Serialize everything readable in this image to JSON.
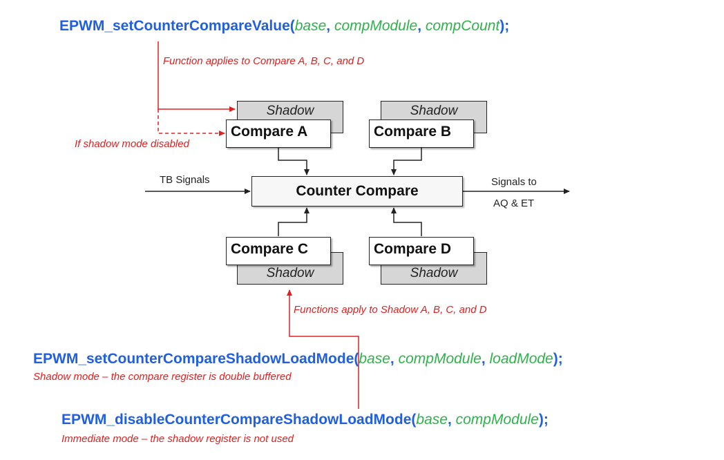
{
  "functions": {
    "set_value": {
      "name": "EPWM_setCounterCompareValue",
      "open": "(",
      "params": [
        "base",
        "compModule",
        "compCount"
      ],
      "close": ");"
    },
    "set_shadow": {
      "name": "EPWM_setCounterCompareShadowLoadMode",
      "open": "(",
      "params": [
        "base",
        "compModule",
        "loadMode"
      ],
      "close": ");"
    },
    "disable_shadow": {
      "name": "EPWM_disableCounterCompareShadowLoadMode",
      "open": "(",
      "params": [
        "base",
        "compModule"
      ],
      "close": ");"
    },
    "separator": ", "
  },
  "notes": {
    "applies_compare": "Function applies to Compare A, B, C, and D",
    "shadow_disabled": "If shadow mode disabled",
    "applies_shadow": "Functions apply to Shadow A, B, C, and D",
    "shadow_mode": "Shadow mode – the compare register is double buffered",
    "immediate_mode": "Immediate mode – the shadow register is not used"
  },
  "blocks": {
    "shadow_label": "Shadow",
    "compare_a": "Compare  A",
    "compare_b": "Compare  B",
    "compare_c": "Compare  C",
    "compare_d": "Compare  D",
    "counter_compare": "Counter Compare"
  },
  "signals": {
    "tb_signals": "TB Signals",
    "signals_to_line1": "Signals to",
    "signals_to_line2": "AQ & ET"
  },
  "colors": {
    "function_name": "#1f5fe0",
    "parameter": "#2db34a",
    "annotation": "#e02020"
  }
}
